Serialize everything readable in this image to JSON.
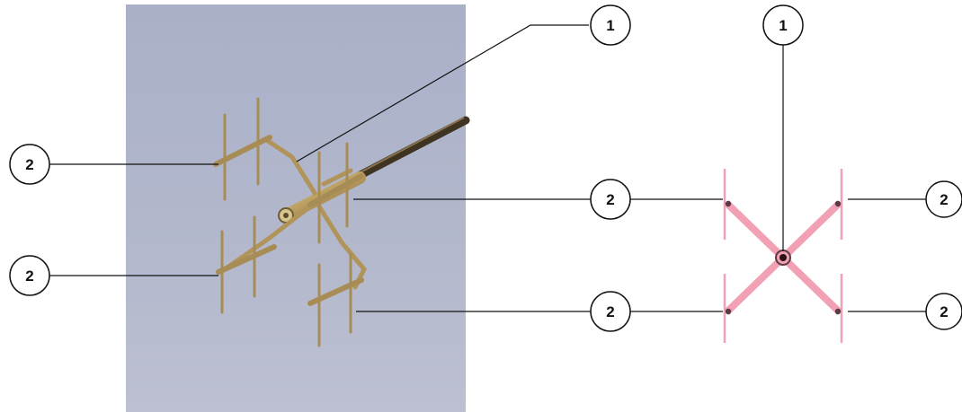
{
  "callouts": {
    "photo_hub": "1",
    "photo_upper_left": "2",
    "photo_lower_left": "2",
    "photo_center_right": "2",
    "photo_lower_right": "2",
    "schematic_hub": "1",
    "schematic_upper_right": "2",
    "schematic_lower_right": "2"
  },
  "colors": {
    "sky": "#aab0c6",
    "schematic_pink": "#f2a0b4",
    "metal": "#b79a5a",
    "mast": "#4a3d2a",
    "ink": "#111111"
  }
}
